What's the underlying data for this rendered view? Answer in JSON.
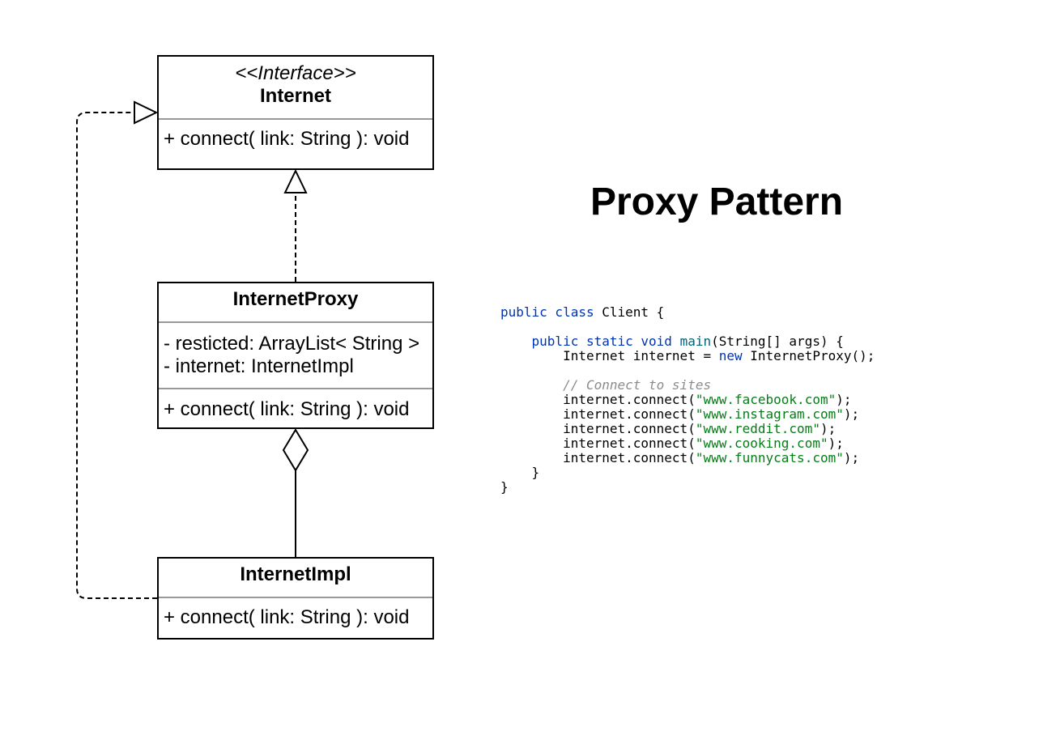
{
  "diagram": {
    "title": "Proxy Pattern",
    "classes": {
      "internet": {
        "stereotype": "<<Interface>>",
        "name": "Internet",
        "operations": [
          "+ connect( link: String ): void"
        ]
      },
      "proxy": {
        "name": "InternetProxy",
        "attributes": [
          "- resticted: ArrayList< String >",
          "- internet: InternetImpl"
        ],
        "operations": [
          "+ connect( link: String ): void"
        ]
      },
      "impl": {
        "name": "InternetImpl",
        "operations": [
          "+ connect( link: String ): void"
        ]
      }
    },
    "relations": [
      {
        "from": "InternetProxy",
        "to": "Internet",
        "type": "realization"
      },
      {
        "from": "InternetImpl",
        "to": "Internet",
        "type": "realization"
      },
      {
        "from": "InternetImpl",
        "to": "InternetProxy",
        "type": "aggregation"
      }
    ]
  },
  "code": {
    "l1": {
      "kw": "public class",
      "rest": " Client {"
    },
    "l3": {
      "kw": "public static void",
      "fn": "main",
      "rest": "(String[] args) {"
    },
    "l4": {
      "a": "Internet internet = ",
      "kw": "new",
      "b": " InternetProxy();"
    },
    "comment": "// Connect to sites",
    "call_prefix": "internet.connect(",
    "call_suffix": ");",
    "urls": [
      "\"www.facebook.com\"",
      "\"www.instagram.com\"",
      "\"www.reddit.com\"",
      "\"www.cooking.com\"",
      "\"www.funnycats.com\""
    ],
    "close_inner": "}",
    "close_outer": "}"
  },
  "colors": {
    "keyword": "#0033b3",
    "function": "#00627a",
    "comment": "#8c8c8c",
    "string": "#067d17",
    "separator": "#999999"
  }
}
